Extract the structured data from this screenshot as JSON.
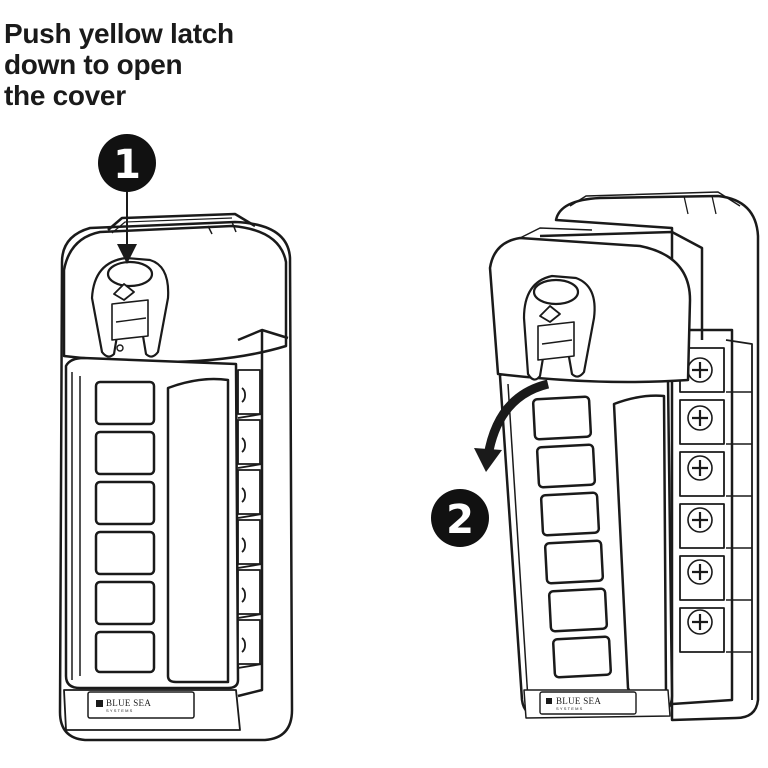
{
  "instruction": {
    "lines": [
      "Push yellow latch",
      "down to open",
      "the cover"
    ]
  },
  "steps": [
    {
      "number": "1"
    },
    {
      "number": "2"
    }
  ],
  "brand": {
    "name": "BLUE SEA",
    "sub": "SYSTEMS"
  },
  "colors": {
    "ink": "#1a1a1a",
    "body_fill": "#ffffff",
    "step_badge": "#111111"
  }
}
